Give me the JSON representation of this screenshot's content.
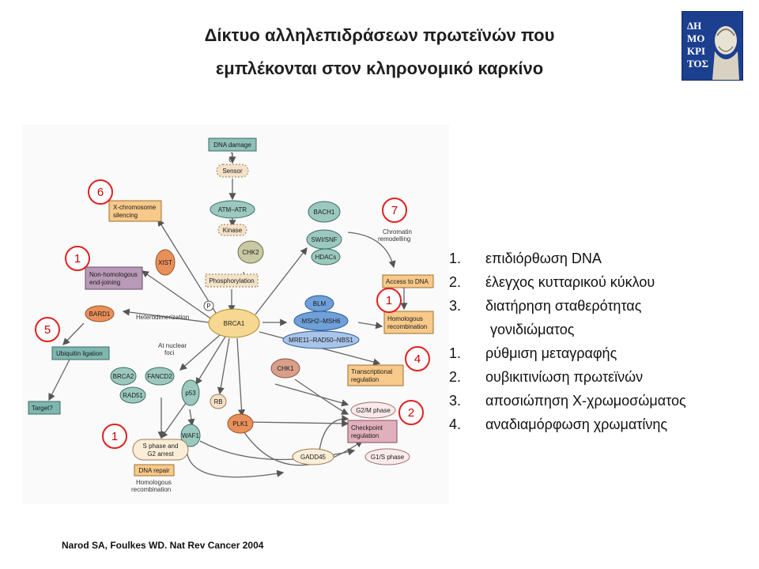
{
  "title": {
    "line1": "Δίκτυο αλληλεπιδράσεων πρωτεϊνών που",
    "line2": "εμπλέκονται στον κληρονομικό καρκίνο"
  },
  "logo": {
    "text": "ΔΗΜΟΚΡΙΤΟΣ"
  },
  "diagram": {
    "nodes": {
      "dna_damage": "DNA damage",
      "sensor": "Sensor",
      "atm_atr": "ATM–ATR",
      "kinase": "Kinase",
      "chk2": "CHK2",
      "phosphorylation": "Phosphorylation",
      "p": "P",
      "brca1": "BRCA1",
      "xchrom1": "X-chromosome",
      "xchrom2": "silencing",
      "xist": "XIST",
      "nonhom1": "Non-homologous",
      "nonhom2": "end-joining",
      "bard1": "BARD1",
      "heterodim": "Heterodimerization",
      "ubiq": "Ubiquitin ligation",
      "target": "Target?",
      "brca2": "BRCA2",
      "fancd2": "FANCD2",
      "rad51": "RAD51",
      "nuclear1": "At nuclear",
      "nuclear2": "foci",
      "p53": "p53",
      "waf1": "WAF1",
      "rb": "RB",
      "plk1": "PLK1",
      "chk1": "CHK1",
      "gadd45": "GADD45",
      "sphase1": "S phase and",
      "sphase2": "G2 arrest",
      "dnarepair": "DNA repair",
      "homrec1": "Homologous",
      "homrec2": "recombination",
      "bach1": "BACH1",
      "swisnf": "SWI/SNF",
      "hdacs": "HDACs",
      "chromatin1": "Chromatin",
      "chromatin2": "remodelling",
      "access": "Access to DNA",
      "blm": "BLM",
      "msh": "MSH2–MSH6",
      "mre": "MRE11–RAD50–NBS1",
      "homrecbox1": "Homologous",
      "homrecbox2": "recombination",
      "transc1": "Transcriptional",
      "transc2": "regulation",
      "g2m": "G2/M phase",
      "checkpoint1": "Checkpoint",
      "checkpoint2": "regulation",
      "g1s": "G1/S phase"
    },
    "badges": [
      "6",
      "7",
      "1",
      "1",
      "5",
      "4",
      "2",
      "1"
    ]
  },
  "list": [
    {
      "num": "1.",
      "text": "επιδιόρθωση DNA"
    },
    {
      "num": "2.",
      "text": "έλεγχος κυτταρικού κύκλου"
    },
    {
      "num": "3.",
      "text": "διατήρηση σταθερότητας"
    },
    {
      "num": "",
      "text": "γονιδιώματος"
    },
    {
      "num": "1.",
      "text": "ρύθμιση μεταγραφής"
    },
    {
      "num": "2.",
      "text": "ουβικιτινίωση πρωτεϊνών"
    },
    {
      "num": "3.",
      "text": "αποσιώπηση Χ-χρωμοσώματος"
    },
    {
      "num": "4.",
      "text": "αναδιαμόρφωση χρωματίνης"
    }
  ],
  "citation": "Narod SA, Foulkes WD. Nat Rev Cancer 2004",
  "colors": {
    "title": "#1f1f1f",
    "badge": "#e02020",
    "logo_bg": "#1c3f8f"
  }
}
